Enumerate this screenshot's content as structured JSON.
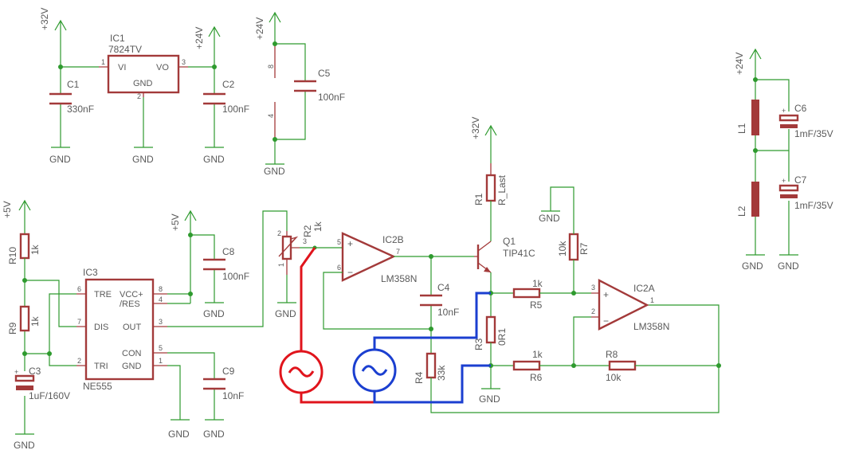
{
  "power": {
    "p32_top": "+32V",
    "p24_ic1": "+24V",
    "p24_c5": "+24V",
    "p24_right": "+24V",
    "p5_left": "+5V",
    "p5_ic3": "+5V",
    "p32_q1": "+32V",
    "gnd": "GND"
  },
  "ic1": {
    "name": "IC1",
    "value": "7824TV",
    "pin_vi": "VI",
    "pin_vo": "VO",
    "pin_gnd": "GND",
    "pin1": "1",
    "pin2": "2",
    "pin3": "3"
  },
  "c1": {
    "name": "C1",
    "value": "330nF"
  },
  "c2": {
    "name": "C2",
    "value": "100nF"
  },
  "c5": {
    "name": "C5",
    "value": "100nF",
    "pin8": "8",
    "pin4": "4"
  },
  "c6": {
    "name": "C6",
    "value": "1mF/35V",
    "polarity": "+"
  },
  "c7": {
    "name": "C7",
    "value": "1mF/35V",
    "polarity": "+"
  },
  "l1": {
    "name": "L1"
  },
  "l2": {
    "name": "L2"
  },
  "r10": {
    "name": "R10",
    "value": "1k"
  },
  "r9": {
    "name": "R9",
    "value": "1k"
  },
  "c3": {
    "name": "C3",
    "value": "1uF/160V",
    "polarity": "+"
  },
  "ic3": {
    "name": "IC3",
    "value": "NE555",
    "pin_tre": "TRE",
    "pin_dis": "DIS",
    "pin_tri": "TRI",
    "pin_vcc": "VCC+",
    "pin_res": "/RES",
    "pin_out": "OUT",
    "pin_con": "CON",
    "pin_gnd": "GND",
    "n6": "6",
    "n7": "7",
    "n2": "2",
    "n8": "8",
    "n4": "4",
    "n3": "3",
    "n5": "5",
    "n1": "1"
  },
  "c8": {
    "name": "C8",
    "value": "100nF"
  },
  "c9": {
    "name": "C9",
    "value": "10nF"
  },
  "r2": {
    "name": "R2",
    "value": "1k",
    "pin1": "1",
    "pin2": "2",
    "pin3": "3"
  },
  "ic2b": {
    "name": "IC2B",
    "value": "LM358N",
    "plus": "+",
    "minus": "−",
    "pin5": "5",
    "pin6": "6",
    "pin7": "7"
  },
  "c4": {
    "name": "C4",
    "value": "10nF"
  },
  "r4": {
    "name": "R4",
    "value": "33k"
  },
  "r1": {
    "name": "R1",
    "value": "R_Last"
  },
  "q1": {
    "name": "Q1",
    "value": "TIP41C"
  },
  "r3": {
    "name": "R3",
    "value": "0R1"
  },
  "r5": {
    "name": "R5",
    "value": "1k"
  },
  "r6": {
    "name": "R6",
    "value": "1k"
  },
  "r7": {
    "name": "R7",
    "value": "10k"
  },
  "r8": {
    "name": "R8",
    "value": "10k"
  },
  "ic2a": {
    "name": "IC2A",
    "value": "LM358N",
    "plus": "+",
    "minus": "−",
    "pin3": "3",
    "pin2": "2",
    "pin1": "1"
  },
  "colors": {
    "wire": "#2e9a2e",
    "component": "#a33a3a",
    "probe_red": "#e0141c",
    "probe_blue": "#1b3fd0",
    "text": "#5a5a5a"
  }
}
